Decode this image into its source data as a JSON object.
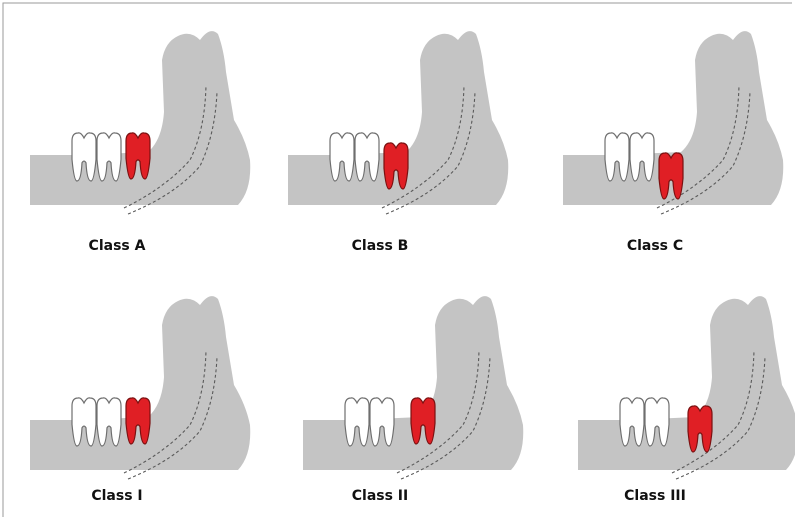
{
  "colors": {
    "bone": "#c4c4c4",
    "tooth": "#ffffff",
    "tooth_outline": "#6e6e6e",
    "impacted_tooth": "#e01f25",
    "impacted_outline": "#7a1111",
    "canal": "#5a5a5a",
    "border": "#9a9a9a"
  },
  "panels": [
    {
      "label": "Class A",
      "depth": "A",
      "ramus": "1"
    },
    {
      "label": "Class B",
      "depth": "B",
      "ramus": "1"
    },
    {
      "label": "Class C",
      "depth": "C",
      "ramus": "1"
    },
    {
      "label": "Class I",
      "depth": "A",
      "ramus": "1"
    },
    {
      "label": "Class II",
      "depth": "A",
      "ramus": "2"
    },
    {
      "label": "Class III",
      "depth": "A",
      "ramus": "3"
    }
  ]
}
